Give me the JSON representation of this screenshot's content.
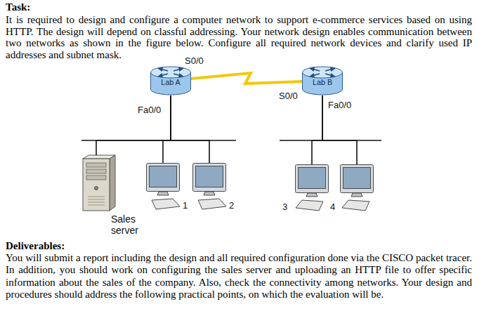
{
  "diagram": {
    "title": "Task:",
    "nodes": [
      {
        "text": [
          "Lab A"
        ]
      },
      {
        "text": [
          "Lab B"
        ]
      },
      {
        "text": [
          "Sales server"
        ]
      },
      {
        "text": [
          "1"
        ]
      },
      {
        "text": [
          "2"
        ]
      },
      {
        "text": [
          "3"
        ]
      },
      {
        "text": [
          "4"
        ]
      }
    ],
    "edges": [
      {
        "from": 0,
        "to": 1,
        "arrow": "none"
      },
      {
        "from": 0,
        "to": 2,
        "arrow": "none"
      },
      {
        "from": 0,
        "to": 3,
        "arrow": "none"
      },
      {
        "from": 0,
        "to": 4,
        "arrow": "none"
      },
      {
        "from": 1,
        "to": 5,
        "arrow": "none"
      },
      {
        "from": 1,
        "to": 6,
        "arrow": "none"
      }
    ],
    "labels": [
      "It is required to design and configure a computer network to support e-commerce services based on using HTTP. The design will depend on classful addressing. Your network design enables communication between two networks as shown in the figure below. Configure all required network devices and clarify used IP addresses and subnet mask.",
      "S0/0",
      "Fa0/0",
      "S0/0",
      "Fa0/0",
      "Deliverables:",
      "You will submit a report including the design and all required configuration done via the CISCO packet tracer. In addition, you should work on configuring the sales server and uploading an HTTP file to offer specific information about the sales of the company. Also, check the connectivity among networks. Your design and procedures should address the following practical points, on which the evaluation will be."
    ]
  }
}
